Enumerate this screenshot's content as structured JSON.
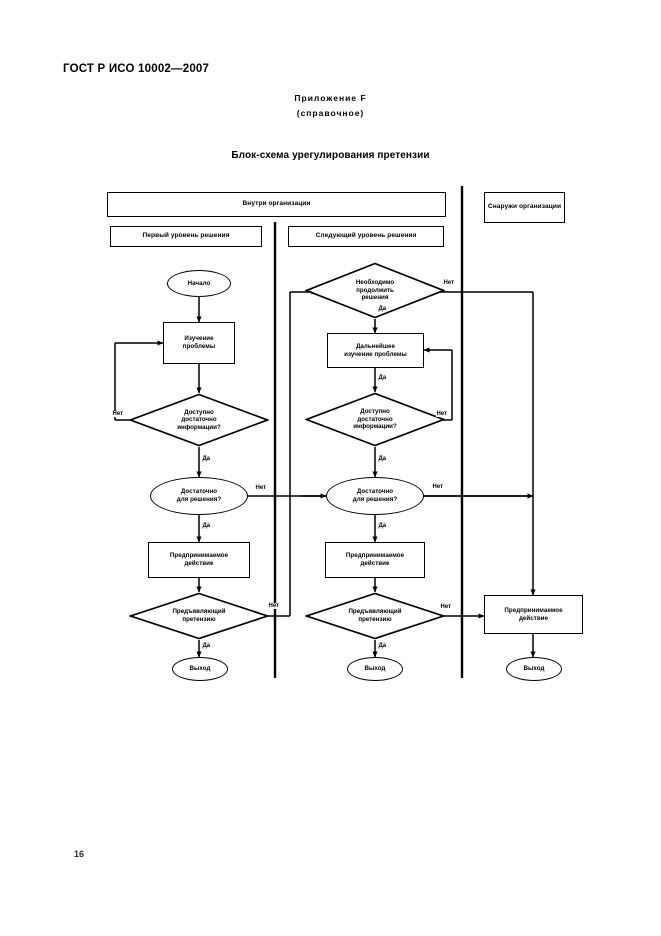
{
  "document": {
    "standard_ref": "ГОСТ Р ИСО 10002—2007",
    "annex_title": "Приложение F",
    "annex_subtitle": "(справочное)",
    "figure_title": "Блок-схема урегулирования претензии",
    "page_number": "16"
  },
  "bands": {
    "inside_org": "Внутри организации",
    "outside_org": "Снаружи организации",
    "first_level": "Первый уровень решения",
    "next_level": "Следующий уровень решения"
  },
  "edge_labels": {
    "yes": "Да",
    "no": "Нет"
  },
  "flow": {
    "left_column": [
      {
        "id": "start",
        "shape": "ellipse",
        "label": "Начало"
      },
      {
        "id": "study",
        "shape": "box",
        "label": "Изучение\nпроблемы"
      },
      {
        "id": "info_available",
        "shape": "diamond",
        "label": "Доступно\nдостаточно\nинформации?"
      },
      {
        "id": "enough_decide",
        "shape": "ellipse",
        "label": "Достаточно\nдля решения?"
      },
      {
        "id": "action_taken",
        "shape": "box",
        "label": "Предпринимаемое\nдействие"
      },
      {
        "id": "claimant",
        "shape": "diamond",
        "label": "Предъявляющий\nпретензию"
      },
      {
        "id": "exit",
        "shape": "ellipse",
        "label": "Выход"
      }
    ],
    "middle_column": [
      {
        "id": "continue_needed",
        "shape": "diamond",
        "label": "Необходимо\nпродолжить\nрешения"
      },
      {
        "id": "further_study",
        "shape": "box",
        "label": "Дальнейшее\nизучение проблемы"
      },
      {
        "id": "info_available2",
        "shape": "diamond",
        "label": "Доступно\nдостаточно\nинформации?"
      },
      {
        "id": "enough_decide2",
        "shape": "ellipse",
        "label": "Достаточно\nдля решения?"
      },
      {
        "id": "action_taken2",
        "shape": "box",
        "label": "Предпринимаемое\nдействие"
      },
      {
        "id": "claimant2",
        "shape": "diamond",
        "label": "Предъявляющий\nпретензию"
      },
      {
        "id": "exit2",
        "shape": "ellipse",
        "label": "Выход"
      }
    ],
    "right_column": [
      {
        "id": "action_taken3",
        "shape": "box",
        "label": "Предпринимаемое\nдействие"
      },
      {
        "id": "exit3",
        "shape": "ellipse",
        "label": "Выход"
      }
    ]
  },
  "colors": {
    "ink": "#000000",
    "paper": "#ffffff"
  }
}
